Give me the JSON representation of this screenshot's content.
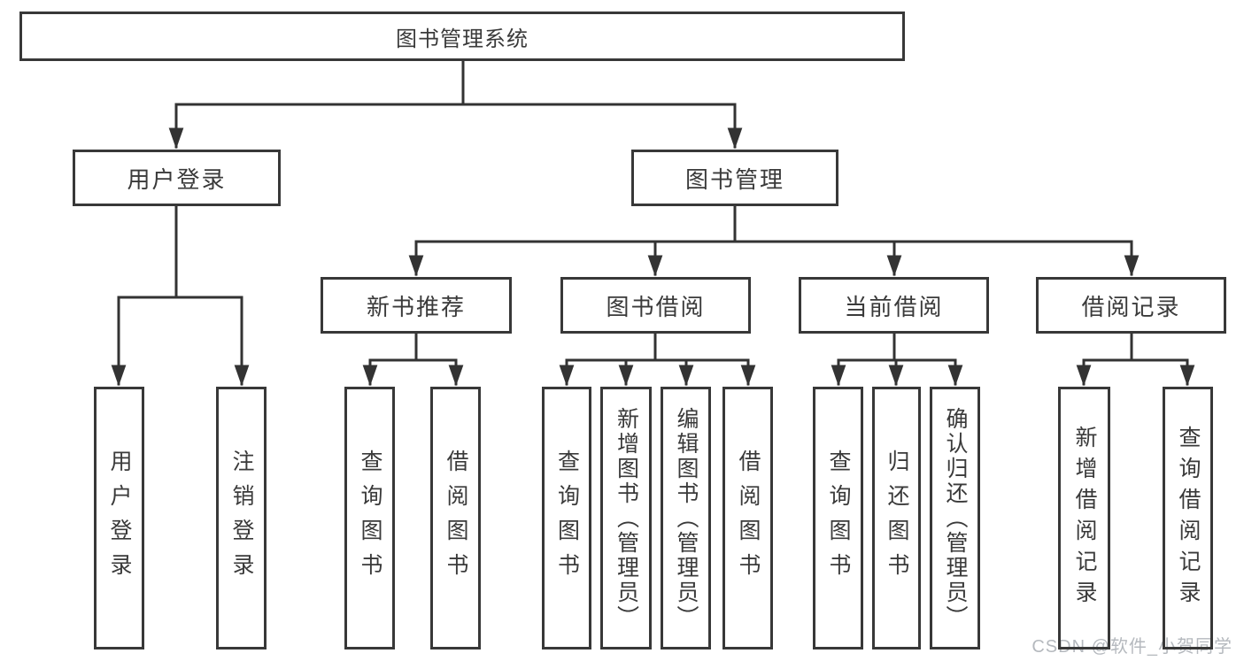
{
  "tree": {
    "root": {
      "label": "图书管理系统"
    },
    "children": [
      {
        "label": "用户登录",
        "children": [
          {
            "label": "用户登录"
          },
          {
            "label": "注销登录"
          }
        ]
      },
      {
        "label": "图书管理",
        "children": [
          {
            "label": "新书推荐",
            "children": [
              {
                "label": "查询图书"
              },
              {
                "label": "借阅图书"
              }
            ]
          },
          {
            "label": "图书借阅",
            "children": [
              {
                "label": "查询图书"
              },
              {
                "label": "新增图书（管理员）"
              },
              {
                "label": "编辑图书（管理员）"
              },
              {
                "label": "借阅图书"
              }
            ]
          },
          {
            "label": "当前借阅",
            "children": [
              {
                "label": "查询图书"
              },
              {
                "label": "归还图书"
              },
              {
                "label": "确认归还（管理员）"
              }
            ]
          },
          {
            "label": "借阅记录",
            "children": [
              {
                "label": "新增借阅记录"
              },
              {
                "label": "查询借阅记录"
              }
            ]
          }
        ]
      }
    ]
  },
  "watermark": {
    "text": "CSDN @软件_小贺同学",
    "color": "#b5b9be"
  },
  "colors": {
    "background": "#ffffff",
    "box_fill": "#ffffff",
    "box_border": "#383838",
    "line": "#333333",
    "text": "#3a3a3a"
  }
}
